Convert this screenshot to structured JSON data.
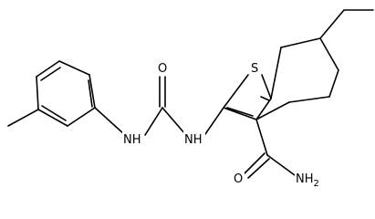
{
  "molecule": {
    "colors": {
      "bond": "#000000",
      "label": "#000000",
      "background": "#ffffff"
    },
    "atom_labels": {
      "ring_sulfur": "S",
      "urea_oxygen": "O",
      "urea_nh_aryl": "NH",
      "urea_nh_thiophene": "NH",
      "amide_oxygen": "O",
      "amide_nh2": "NH",
      "amide_nh2_subscript": "2"
    }
  }
}
